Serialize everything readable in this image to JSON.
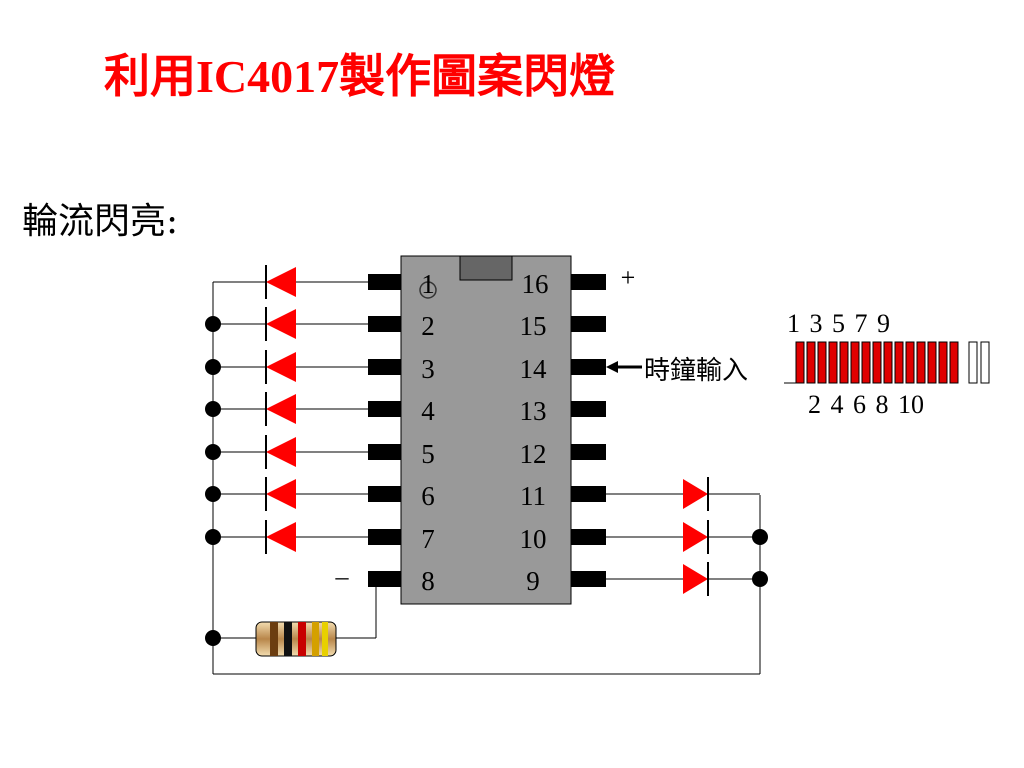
{
  "title": "利用IC4017製作圖案閃燈",
  "subtitle": "輪流閃亮:",
  "ic": {
    "left_pins": [
      "1",
      "2",
      "3",
      "4",
      "5",
      "6",
      "7",
      "8"
    ],
    "right_pins": [
      "16",
      "15",
      "14",
      "13",
      "12",
      "11",
      "10",
      "9"
    ]
  },
  "labels": {
    "plus": "+",
    "minus": "–",
    "clock_input": "時鐘輸入"
  },
  "pulse_train": {
    "odd_labels": "1 3 5 7 9",
    "even_labels": "2 4 6 8 10"
  },
  "colors": {
    "title": "#ff0000",
    "led": "#ff0000",
    "ic_body": "#999999",
    "pin": "#000000",
    "pulse": "#e00000"
  },
  "icons": {
    "led": "led-diode-icon",
    "resistor": "resistor-icon",
    "junction": "junction-dot-icon",
    "arrow": "arrow-left-icon"
  }
}
